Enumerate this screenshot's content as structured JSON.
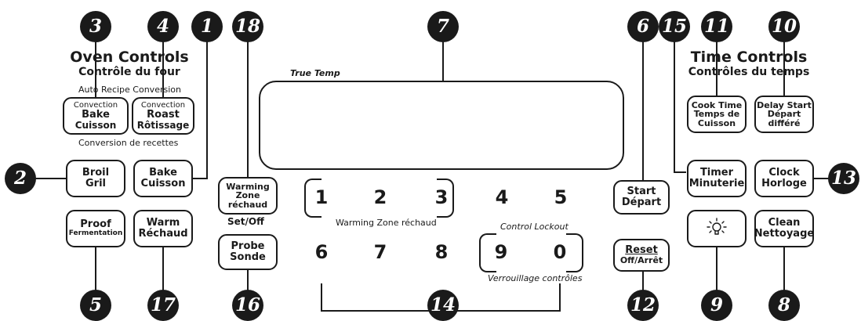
{
  "headings": {
    "oven_en": "Oven Controls",
    "oven_fr": "Contrôle du four",
    "time_en": "Time Controls",
    "time_fr": "Contrôles du temps",
    "auto_recipe": "Auto Recipe Conversion",
    "conversion_fr": "Conversion de recettes"
  },
  "display": {
    "label": "True Temp"
  },
  "keys": {
    "conv_bake": [
      "Convection",
      "Bake",
      "Cuisson"
    ],
    "conv_roast": [
      "Convection",
      "Roast",
      "Rôtissage"
    ],
    "broil": [
      "Broil",
      "Gril"
    ],
    "bake": [
      "Bake",
      "Cuisson"
    ],
    "proof": [
      "Proof",
      "Fermentation"
    ],
    "warm": [
      "Warm",
      "Réchaud"
    ],
    "warming_zone": [
      "Warming",
      "Zone",
      "réchaud"
    ],
    "set_off": "Set/Off",
    "probe": [
      "Probe",
      "Sonde"
    ],
    "start": [
      "Start",
      "Départ"
    ],
    "reset": [
      "Reset",
      "Off/Arrêt"
    ],
    "cook_time": [
      "Cook Time",
      "Temps de",
      "Cuisson"
    ],
    "delay_start": [
      "Delay Start",
      "Départ",
      "différé"
    ],
    "timer": [
      "Timer",
      "Minuterie"
    ],
    "clock": [
      "Clock",
      "Horloge"
    ],
    "clean": [
      "Clean",
      "Nettoyage"
    ]
  },
  "light_icon": "light-bulb-icon",
  "keypad": {
    "digits": [
      "1",
      "2",
      "3",
      "4",
      "5",
      "6",
      "7",
      "8",
      "9",
      "0"
    ],
    "warming_zone_label": "Warming Zone réchaud",
    "control_lockout_en": "Control Lockout",
    "control_lockout_fr": "Verrouillage contrôles"
  },
  "callouts": [
    "1",
    "2",
    "3",
    "4",
    "5",
    "6",
    "7",
    "8",
    "9",
    "10",
    "11",
    "12",
    "13",
    "14",
    "15",
    "16",
    "17",
    "18"
  ]
}
